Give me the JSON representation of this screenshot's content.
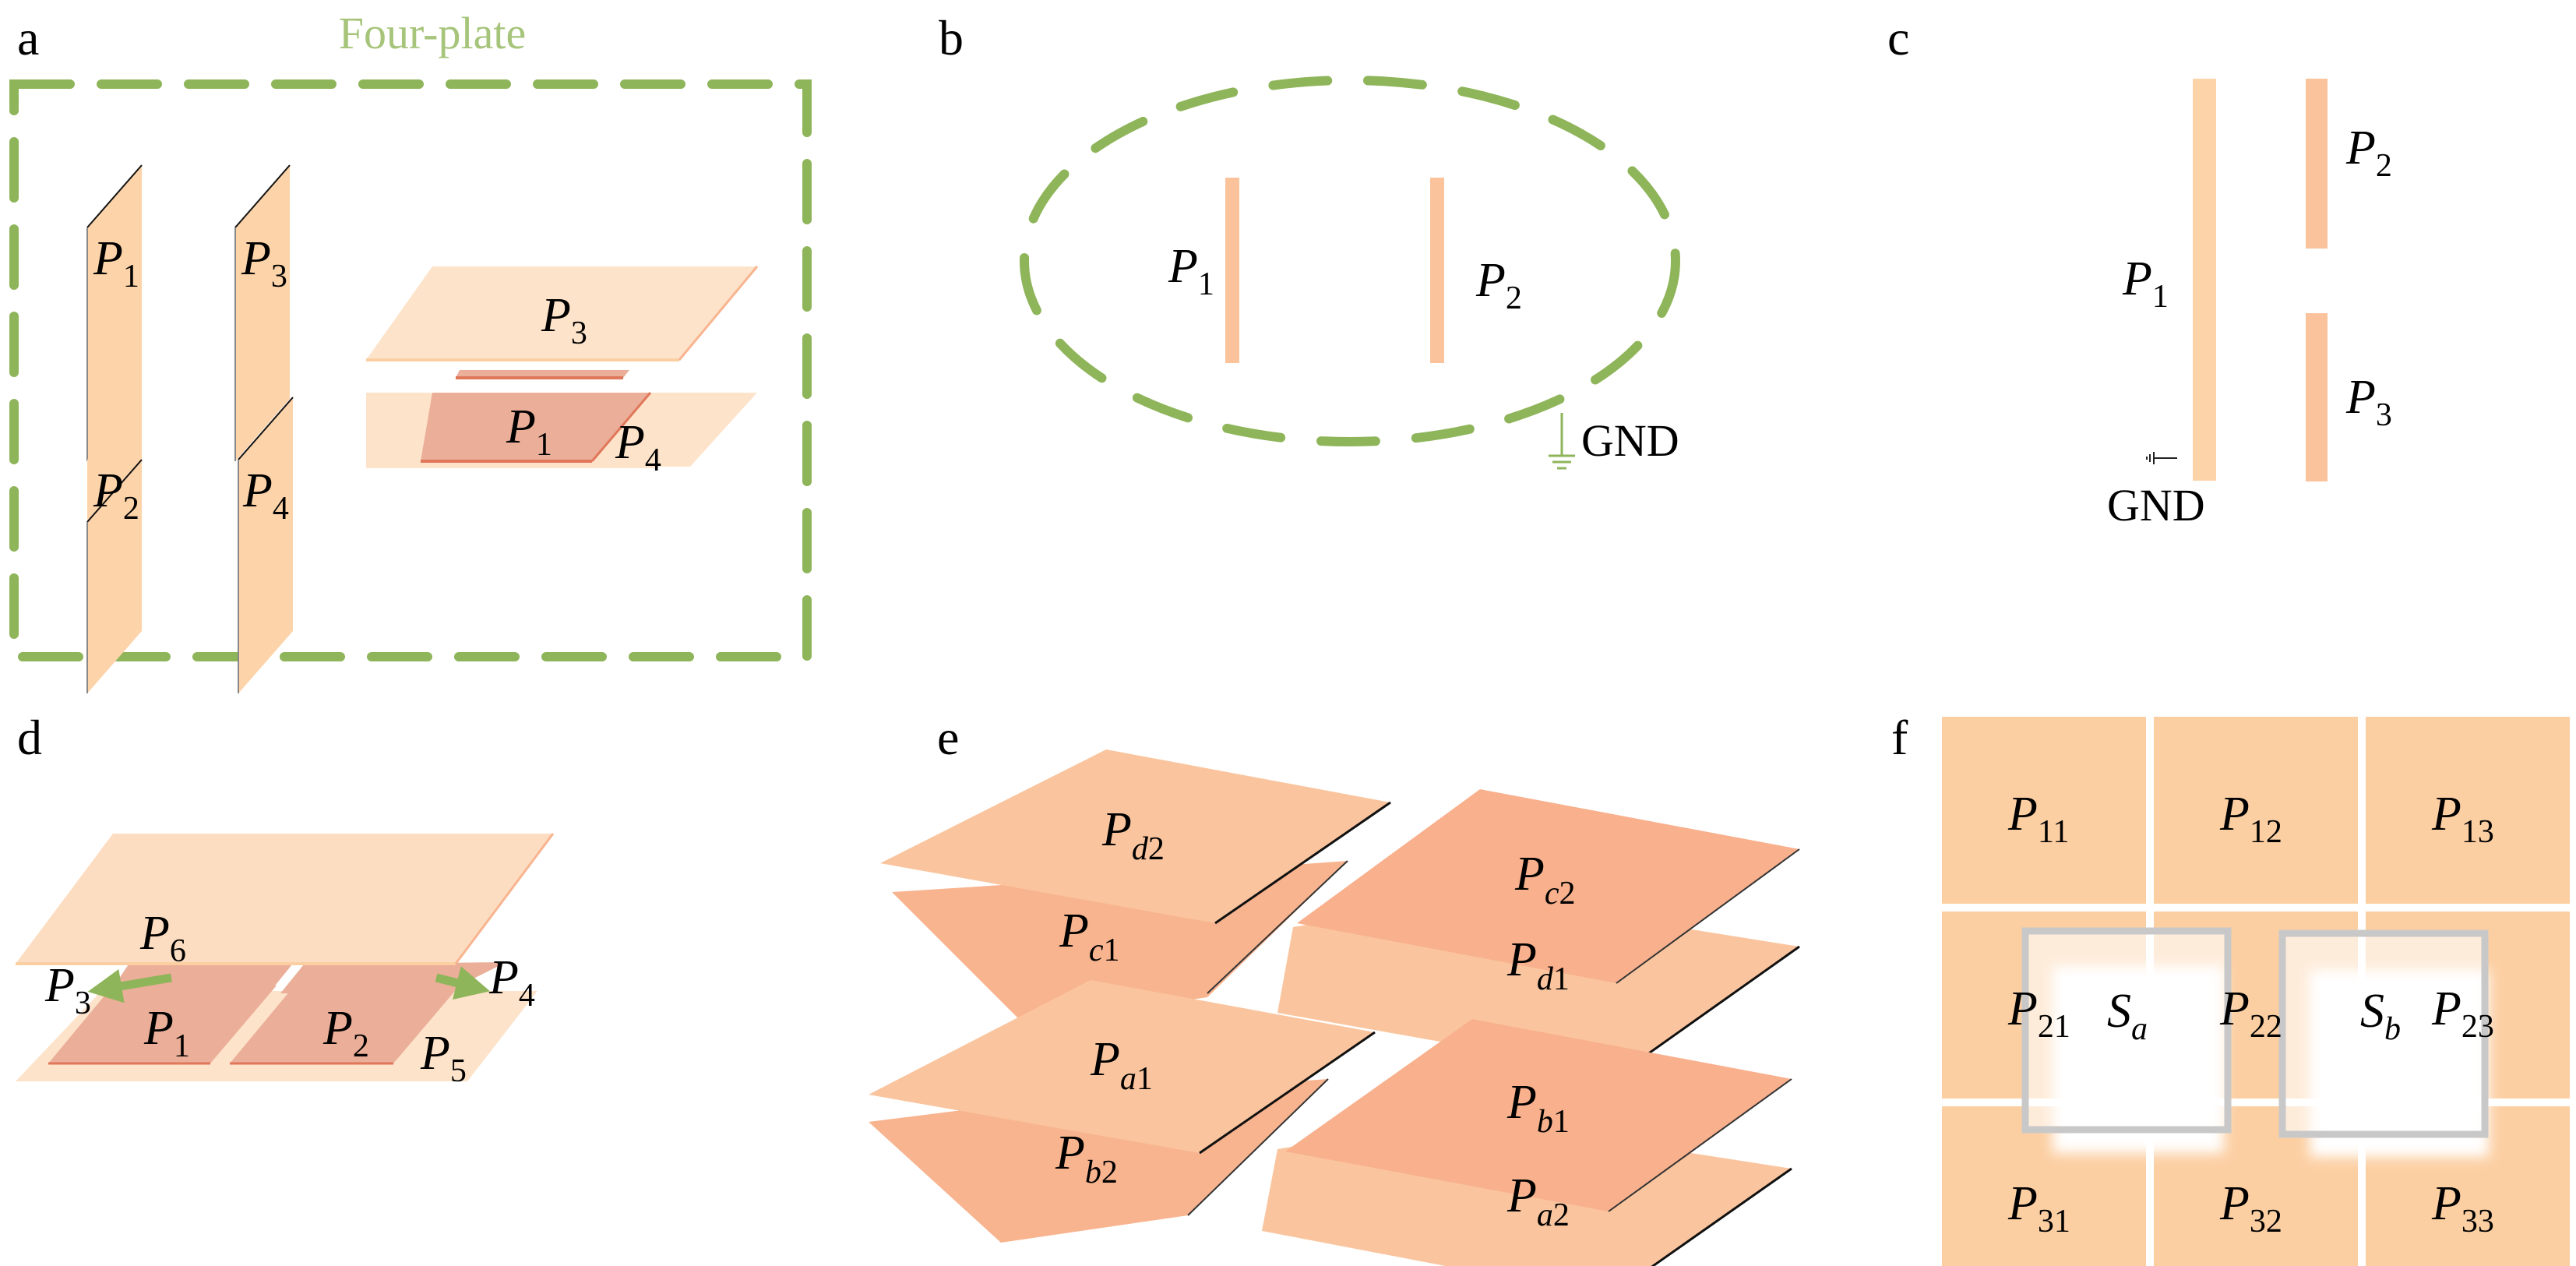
{
  "figure": {
    "colors": {
      "peach": "#FCCFA3",
      "light_peach": "#FDE3CA",
      "salmon": "#F8B48F",
      "rose": "#EBAE98",
      "rose_edge": "#E0775A",
      "green": "#8FB55B",
      "gray_box": "#C8C8C8"
    },
    "panels": {
      "a": {
        "letter": "a",
        "title": "Four-plate",
        "vertical_plates": [
          {
            "name": "P",
            "sub": "1"
          },
          {
            "name": "P",
            "sub": "3"
          },
          {
            "name": "P",
            "sub": "2"
          },
          {
            "name": "P",
            "sub": "4"
          }
        ],
        "stack": {
          "top": {
            "name": "P",
            "sub": "3"
          },
          "inner": {
            "name": "P",
            "sub": "1"
          },
          "bottom": {
            "name": "P",
            "sub": "4"
          }
        }
      },
      "b": {
        "letter": "b",
        "plates": [
          {
            "name": "P",
            "sub": "1"
          },
          {
            "name": "P",
            "sub": "2"
          }
        ],
        "ground_label": "GND"
      },
      "c": {
        "letter": "c",
        "plates": [
          {
            "name": "P",
            "sub": "1"
          },
          {
            "name": "P",
            "sub": "2"
          },
          {
            "name": "P",
            "sub": "3"
          }
        ],
        "ground_label": "GND"
      },
      "d": {
        "letter": "d",
        "top": {
          "name": "P",
          "sub": "6"
        },
        "left_arrow": {
          "name": "P",
          "sub": "3"
        },
        "right_arrow": {
          "name": "P",
          "sub": "4"
        },
        "pads": [
          {
            "name": "P",
            "sub": "1"
          },
          {
            "name": "P",
            "sub": "2"
          }
        ],
        "bottom": {
          "name": "P",
          "sub": "5"
        }
      },
      "e": {
        "letter": "e",
        "pairs": [
          {
            "top": {
              "name": "P",
              "sub_i": "d",
              "sub": "2"
            },
            "bottom": {
              "name": "P",
              "sub_i": "c",
              "sub": "1"
            }
          },
          {
            "top": {
              "name": "P",
              "sub_i": "c",
              "sub": "2"
            },
            "bottom": {
              "name": "P",
              "sub_i": "d",
              "sub": "1"
            }
          },
          {
            "top": {
              "name": "P",
              "sub_i": "a",
              "sub": "1"
            },
            "bottom": {
              "name": "P",
              "sub_i": "b",
              "sub": "2"
            }
          },
          {
            "top": {
              "name": "P",
              "sub_i": "b",
              "sub": "1"
            },
            "bottom": {
              "name": "P",
              "sub_i": "a",
              "sub": "2"
            }
          }
        ]
      },
      "f": {
        "letter": "f",
        "grid": [
          [
            "11",
            "12",
            "13"
          ],
          [
            "21",
            "22",
            "23"
          ],
          [
            "31",
            "32",
            "33"
          ]
        ],
        "grid_prefix": "P",
        "sensors": [
          {
            "name": "S",
            "sub_i": "a"
          },
          {
            "name": "S",
            "sub_i": "b"
          }
        ]
      }
    }
  }
}
